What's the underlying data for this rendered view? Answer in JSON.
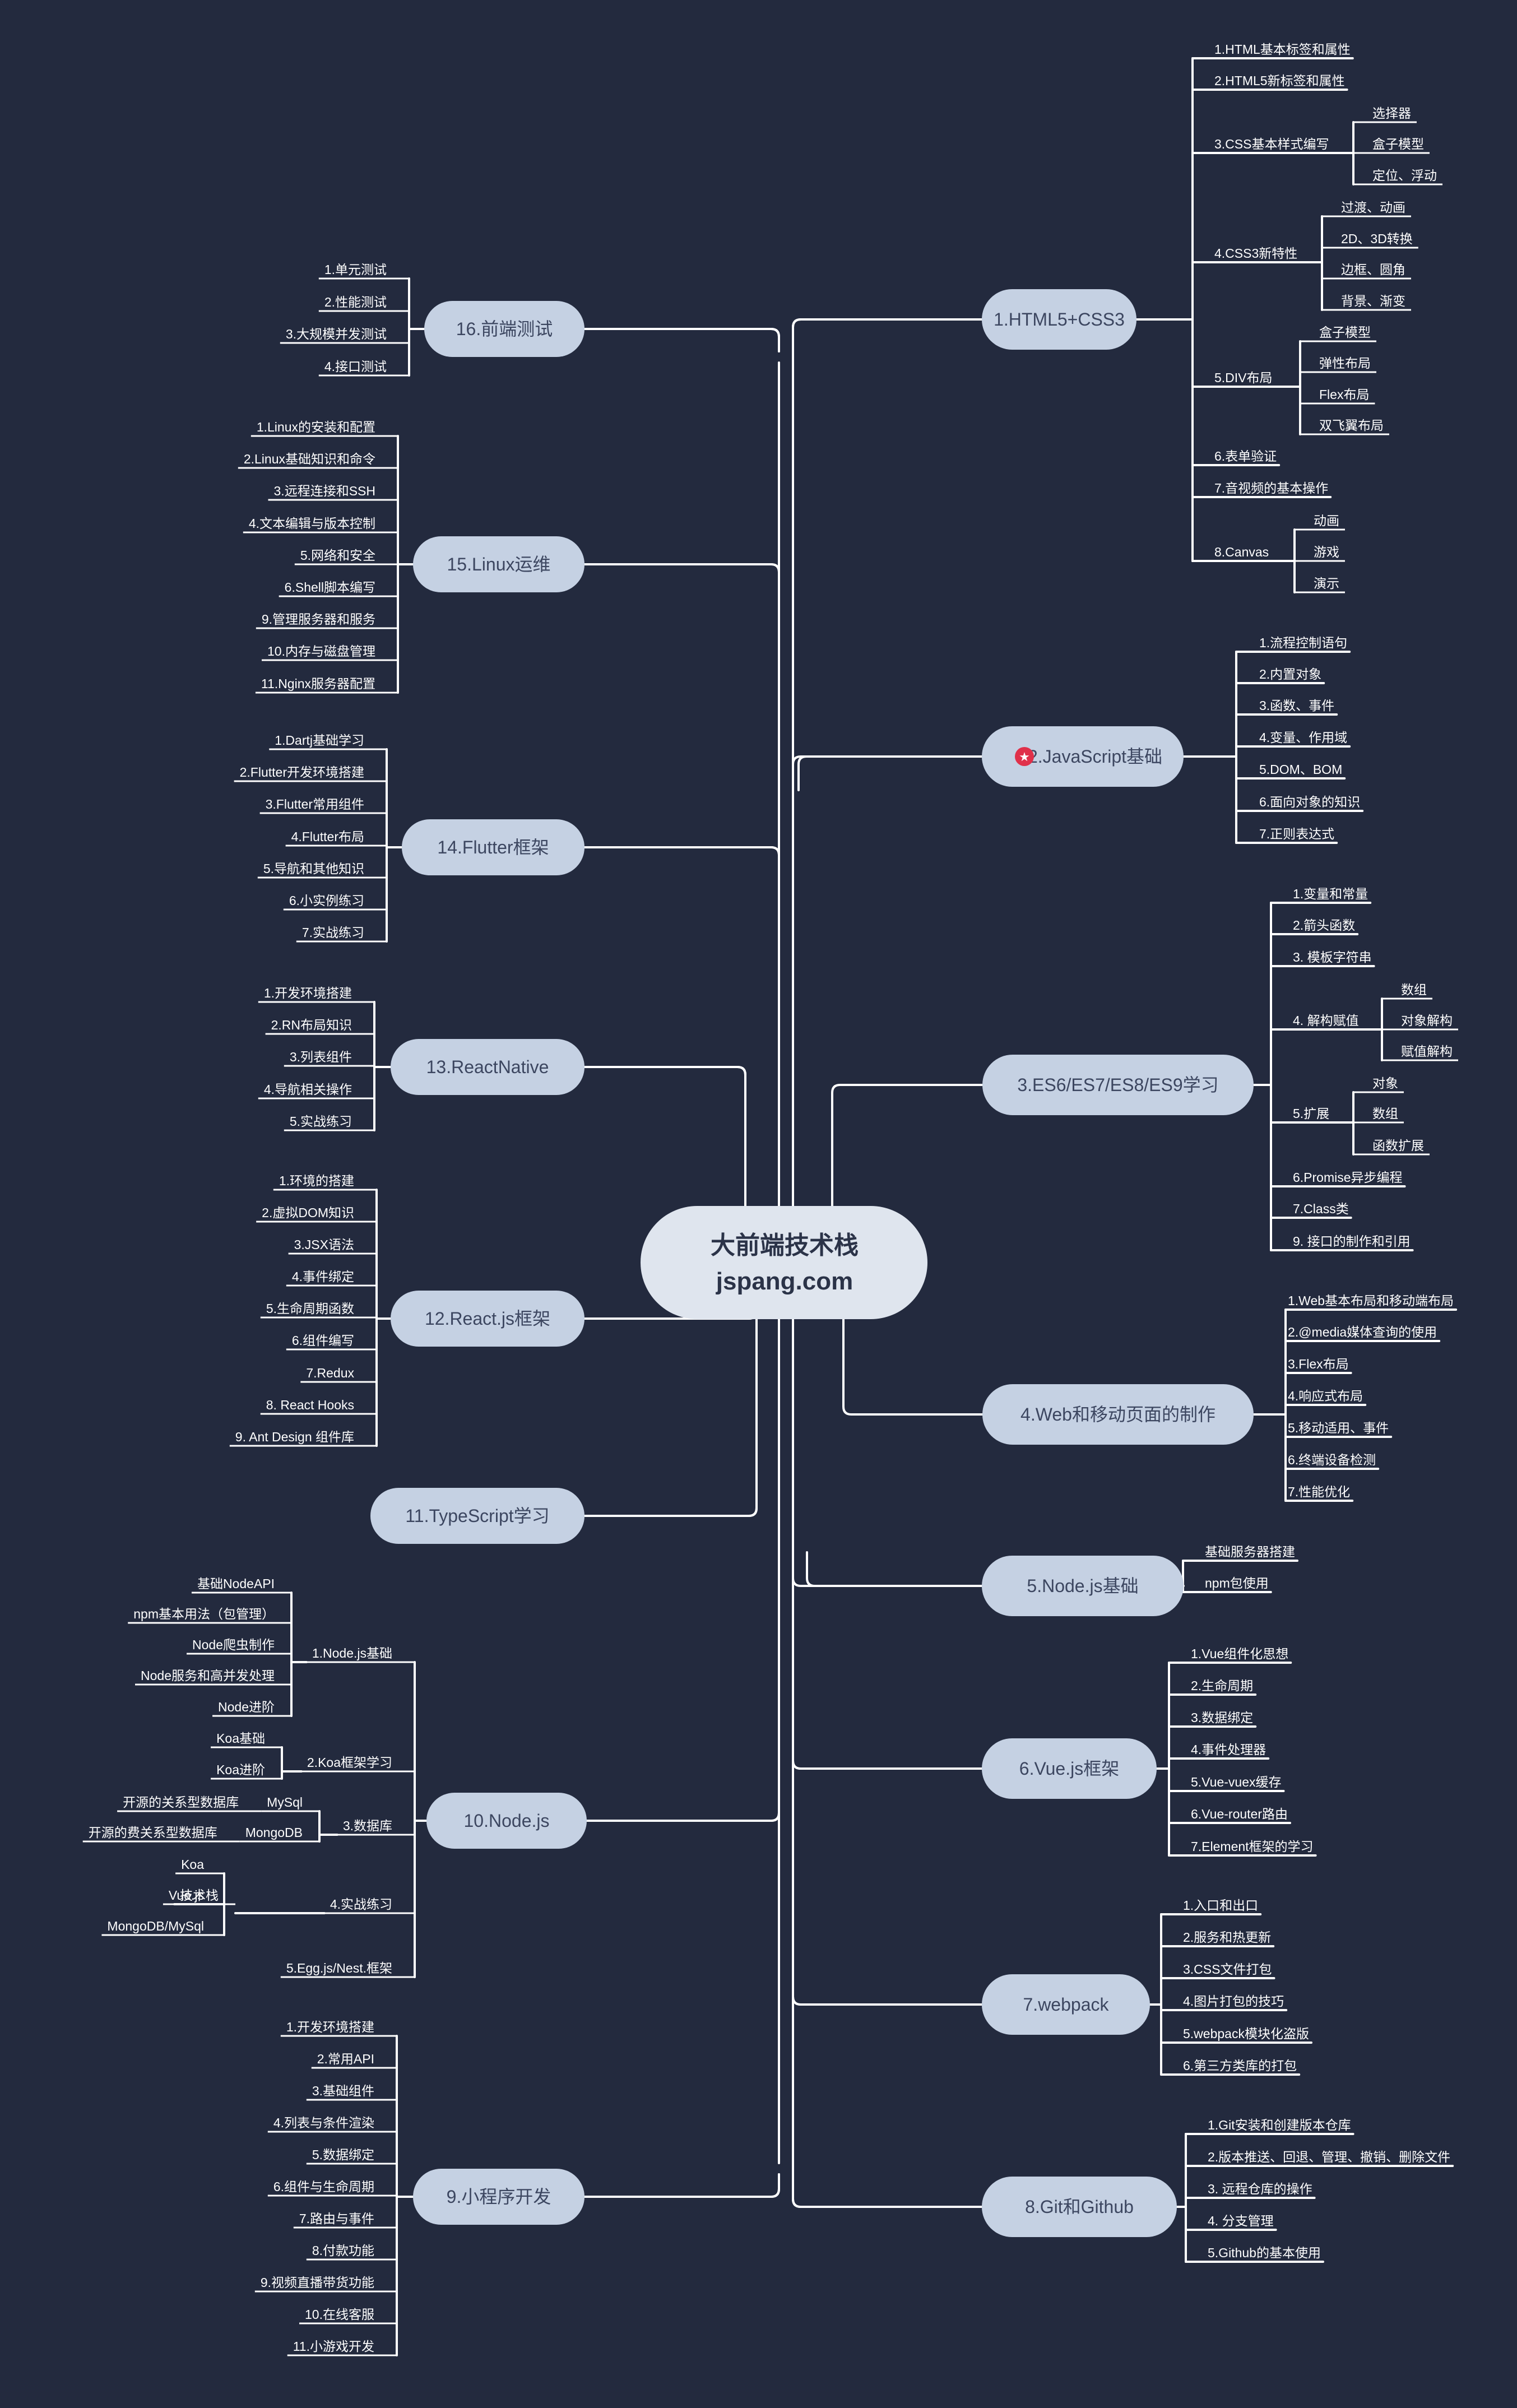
{
  "mindmap": {
    "root": {
      "line1": "大前端技术栈",
      "line2": "jspang.com"
    },
    "branches": [
      {
        "id": "html",
        "label": "1.HTML5+CSS3",
        "children": [
          {
            "label": "1.HTML基本标签和属性"
          },
          {
            "label": "2.HTML5新标签和属性"
          },
          {
            "label": "3.CSS基本样式编写",
            "children": [
              {
                "label": "选择器"
              },
              {
                "label": "盒子模型"
              },
              {
                "label": "定位、浮动"
              }
            ]
          },
          {
            "label": "4.CSS3新特性",
            "children": [
              {
                "label": "过渡、动画"
              },
              {
                "label": "2D、3D转换"
              },
              {
                "label": "边框、圆角"
              },
              {
                "label": "背景、渐变"
              }
            ]
          },
          {
            "label": "5.DIV布局",
            "children": [
              {
                "label": "盒子模型"
              },
              {
                "label": "弹性布局"
              },
              {
                "label": "Flex布局"
              },
              {
                "label": "双飞翼布局"
              }
            ]
          },
          {
            "label": "6.表单验证"
          },
          {
            "label": "7.音视频的基本操作"
          },
          {
            "label": "8.Canvas",
            "children": [
              {
                "label": "动画"
              },
              {
                "label": "游戏"
              },
              {
                "label": "演示"
              }
            ]
          }
        ]
      },
      {
        "id": "js",
        "label": "2.JavaScript基础",
        "icon": "star-badge-icon",
        "children": [
          {
            "label": "1.流程控制语句"
          },
          {
            "label": "2.内置对象"
          },
          {
            "label": "3.函数、事件"
          },
          {
            "label": "4.变量、作用域"
          },
          {
            "label": "5.DOM、BOM"
          },
          {
            "label": "6.面向对象的知识"
          },
          {
            "label": "7.正则表达式"
          }
        ]
      },
      {
        "id": "es6",
        "label": "3.ES6/ES7/ES8/ES9学习",
        "children": [
          {
            "label": "1.变量和常量"
          },
          {
            "label": "2.箭头函数"
          },
          {
            "label": "3. 模板字符串"
          },
          {
            "label": "4. 解构赋值",
            "children": [
              {
                "label": "数组"
              },
              {
                "label": "对象解构"
              },
              {
                "label": "赋值解构"
              }
            ]
          },
          {
            "label": "5.扩展",
            "children": [
              {
                "label": "对象"
              },
              {
                "label": "数组"
              },
              {
                "label": "函数扩展"
              }
            ]
          },
          {
            "label": "6.Promise异步编程"
          },
          {
            "label": "7.Class类"
          },
          {
            "label": "9. 接口的制作和引用"
          }
        ]
      },
      {
        "id": "web",
        "label": "4.Web和移动页面的制作",
        "children": [
          {
            "label": "1.Web基本布局和移动端布局"
          },
          {
            "label": "2.@media媒体查询的使用"
          },
          {
            "label": "3.Flex布局"
          },
          {
            "label": "4.响应式布局"
          },
          {
            "label": "5.移动适用、事件"
          },
          {
            "label": "6.终端设备检测"
          },
          {
            "label": "7.性能优化"
          }
        ]
      },
      {
        "id": "nodebasic",
        "label": "5.Node.js基础",
        "children": [
          {
            "label": "基础服务器搭建"
          },
          {
            "label": "npm包使用"
          }
        ]
      },
      {
        "id": "vue",
        "label": "6.Vue.js框架",
        "children": [
          {
            "label": "1.Vue组件化思想"
          },
          {
            "label": "2.生命周期"
          },
          {
            "label": "3.数据绑定"
          },
          {
            "label": "4.事件处理器"
          },
          {
            "label": "5.Vue-vuex缓存"
          },
          {
            "label": "6.Vue-router路由"
          },
          {
            "label": "7.Element框架的学习"
          }
        ]
      },
      {
        "id": "webpack",
        "label": "7.webpack",
        "children": [
          {
            "label": "1.入口和出口"
          },
          {
            "label": "2.服务和热更新"
          },
          {
            "label": "3.CSS文件打包"
          },
          {
            "label": "4.图片打包的技巧"
          },
          {
            "label": "5.webpack模块化盗版"
          },
          {
            "label": "6.第三方类库的打包"
          }
        ]
      },
      {
        "id": "git",
        "label": "8.Git和Github",
        "children": [
          {
            "label": "1.Git安装和创建版本仓库"
          },
          {
            "label": "2.版本推送、回退、管理、撤销、删除文件"
          },
          {
            "label": "3. 远程仓库的操作"
          },
          {
            "label": "4. 分支管理"
          },
          {
            "label": "5.Github的基本使用"
          }
        ]
      },
      {
        "id": "mini",
        "label": "9.小程序开发",
        "children": [
          {
            "label": "1.开发环境搭建"
          },
          {
            "label": "2.常用API"
          },
          {
            "label": "3.基础组件"
          },
          {
            "label": "4.列表与条件渲染"
          },
          {
            "label": "5.数据绑定"
          },
          {
            "label": "6.组件与生命周期"
          },
          {
            "label": "7.路由与事件"
          },
          {
            "label": "8.付款功能"
          },
          {
            "label": "9.视频直播带货功能"
          },
          {
            "label": "10.在线客服"
          },
          {
            "label": "11.小游戏开发"
          }
        ]
      },
      {
        "id": "node",
        "label": "10.Node.js",
        "children": [
          {
            "label": "1.Node.js基础",
            "children": [
              {
                "label": "基础NodeAPI"
              },
              {
                "label": "npm基本用法（包管理）"
              },
              {
                "label": "Node爬虫制作"
              },
              {
                "label": "Node服务和高并发处理"
              },
              {
                "label": "Node进阶"
              }
            ]
          },
          {
            "label": "2.Koa框架学习",
            "children": [
              {
                "label": "Koa基础"
              },
              {
                "label": "Koa进阶"
              }
            ]
          },
          {
            "label": "3.数据库",
            "children": [
              {
                "label": "MySql",
                "children": [
                  {
                    "label": "开源的关系型数据库"
                  }
                ]
              },
              {
                "label": "MongoDB",
                "children": [
                  {
                    "label": "开源的费关系型数据库"
                  }
                ]
              }
            ]
          },
          {
            "label": "4.实战练习",
            "children": [
              {
                "label": "技术栈",
                "children": [
                  {
                    "label": "Koa"
                  },
                  {
                    "label": "Vue.js"
                  },
                  {
                    "label": "MongoDB/MySql"
                  }
                ]
              }
            ]
          },
          {
            "label": "5.Egg.js/Nest.框架"
          }
        ]
      },
      {
        "id": "ts",
        "label": "11.TypeScript学习",
        "children": []
      },
      {
        "id": "react",
        "label": "12.React.js框架",
        "children": [
          {
            "label": "1.环境的搭建"
          },
          {
            "label": "2.虚拟DOM知识"
          },
          {
            "label": "3.JSX语法"
          },
          {
            "label": "4.事件绑定"
          },
          {
            "label": "5.生命周期函数"
          },
          {
            "label": "6.组件编写"
          },
          {
            "label": "7.Redux"
          },
          {
            "label": "8. React Hooks"
          },
          {
            "label": "9. Ant Design 组件库"
          }
        ]
      },
      {
        "id": "rn",
        "label": "13.ReactNative",
        "children": [
          {
            "label": "1.开发环境搭建"
          },
          {
            "label": "2.RN布局知识"
          },
          {
            "label": "3.列表组件"
          },
          {
            "label": "4.导航相关操作"
          },
          {
            "label": "5.实战练习"
          }
        ]
      },
      {
        "id": "flutter",
        "label": "14.Flutter框架",
        "children": [
          {
            "label": "1.Dartj基础学习"
          },
          {
            "label": "2.Flutter开发环境搭建"
          },
          {
            "label": "3.Flutter常用组件"
          },
          {
            "label": "4.Flutter布局"
          },
          {
            "label": "5.导航和其他知识"
          },
          {
            "label": "6.小实例练习"
          },
          {
            "label": "7.实战练习"
          }
        ]
      },
      {
        "id": "linux",
        "label": "15.Linux运维",
        "children": [
          {
            "label": "1.Linux的安装和配置"
          },
          {
            "label": "2.Linux基础知识和命令"
          },
          {
            "label": "3.远程连接和SSH"
          },
          {
            "label": "4.文本编辑与版本控制"
          },
          {
            "label": "5.网络和安全"
          },
          {
            "label": "6.Shell脚本编写"
          },
          {
            "label": "9.管理服务器和服务"
          },
          {
            "label": "10.内存与磁盘管理"
          },
          {
            "label": "11.Nginx服务器配置"
          }
        ]
      },
      {
        "id": "test",
        "label": "16.前端测试",
        "children": [
          {
            "label": "1.单元测试"
          },
          {
            "label": "2.性能测试"
          },
          {
            "label": "3.大规模并发测试"
          },
          {
            "label": "4.接口测试"
          }
        ]
      }
    ]
  }
}
